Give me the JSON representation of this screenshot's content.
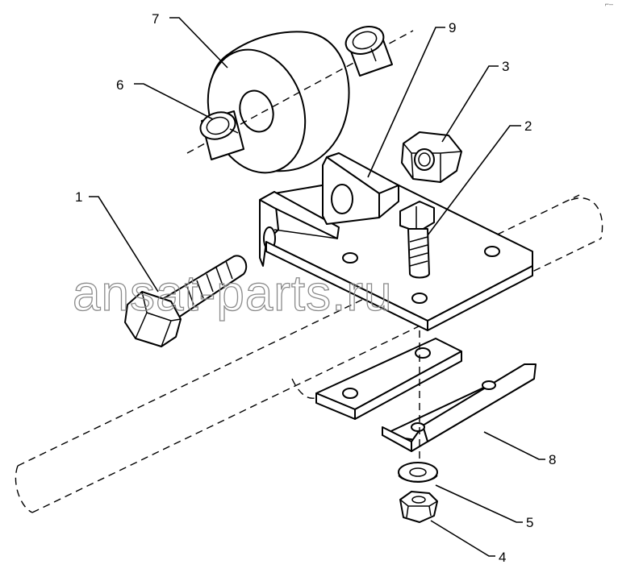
{
  "watermark": "ansat-parts.ru",
  "corner_mark": "⌐–",
  "callouts": {
    "c1": "1",
    "c2": "2",
    "c3": "3",
    "c4": "4",
    "c5": "5",
    "c6": "6",
    "c7": "7",
    "c8": "8",
    "c9": "9"
  }
}
